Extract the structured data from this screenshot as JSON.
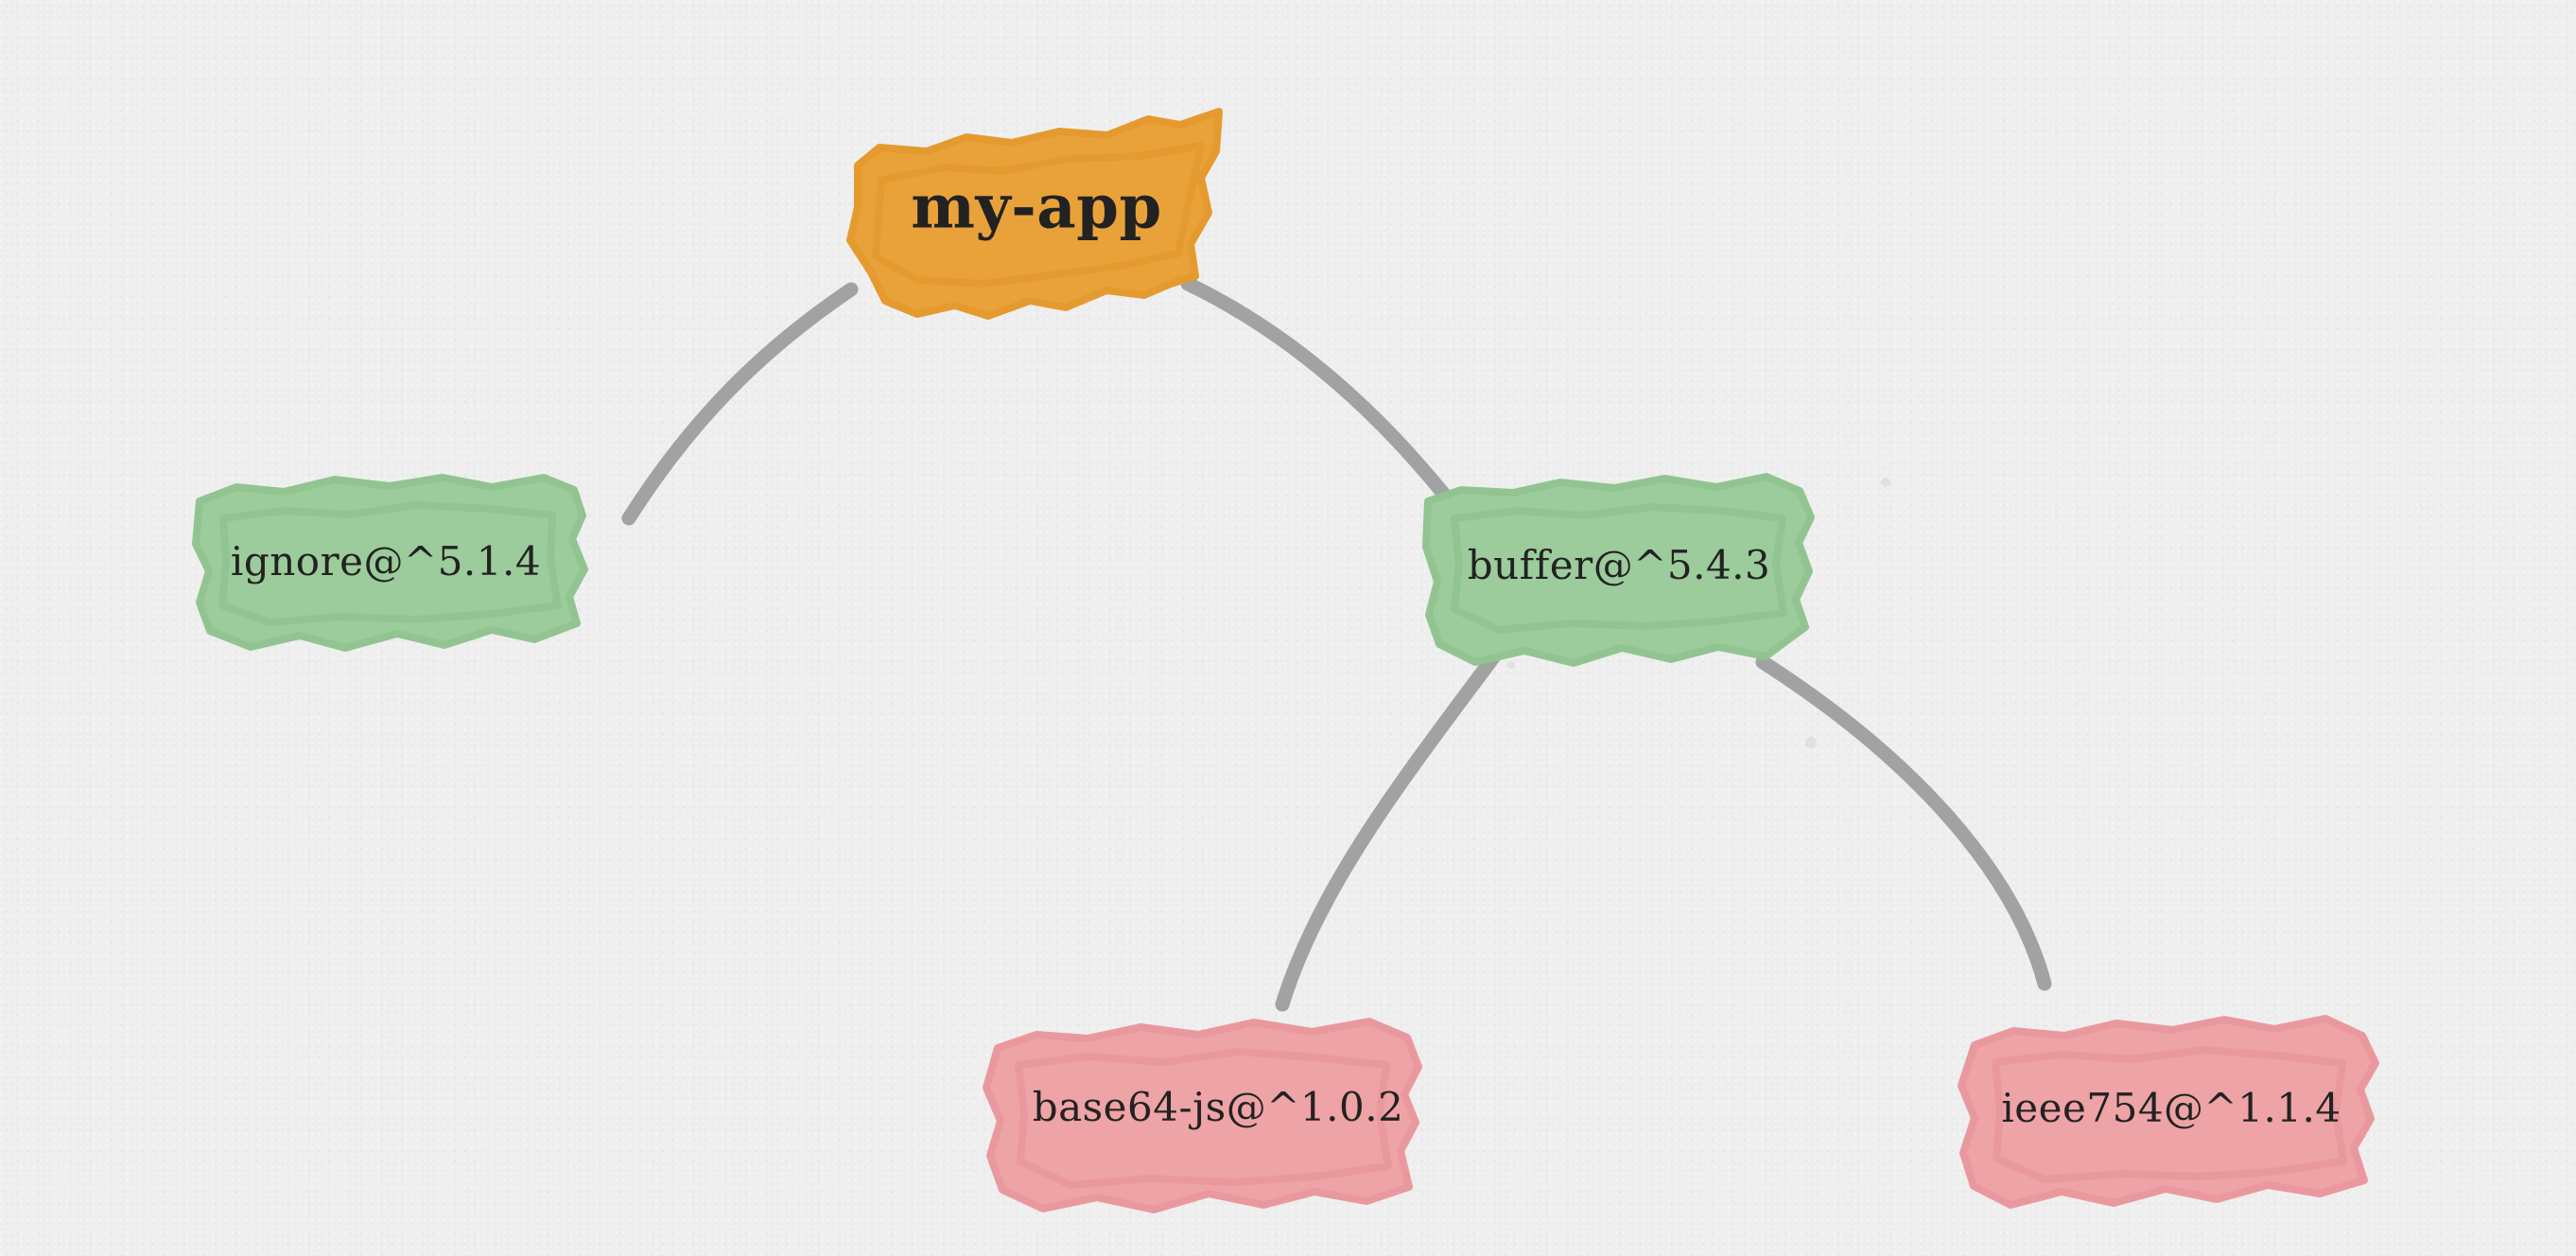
{
  "diagram": {
    "nodes": [
      {
        "id": "root",
        "label": "my-app",
        "color": "#e9a23a",
        "level": "root"
      },
      {
        "id": "ignore",
        "label": "ignore@^5.1.4",
        "color": "#9ccc9b",
        "level": "child"
      },
      {
        "id": "buffer",
        "label": "buffer@^5.4.3",
        "color": "#9ccc9b",
        "level": "child"
      },
      {
        "id": "base64",
        "label": "base64-js@^1.0.2",
        "color": "#eea3a6",
        "level": "grandchild"
      },
      {
        "id": "ieee754",
        "label": "ieee754@^1.1.4",
        "color": "#eea3a6",
        "level": "grandchild"
      }
    ],
    "edges": [
      {
        "from": "root",
        "to": "ignore"
      },
      {
        "from": "root",
        "to": "buffer"
      },
      {
        "from": "buffer",
        "to": "base64"
      },
      {
        "from": "buffer",
        "to": "ieee754"
      }
    ]
  }
}
